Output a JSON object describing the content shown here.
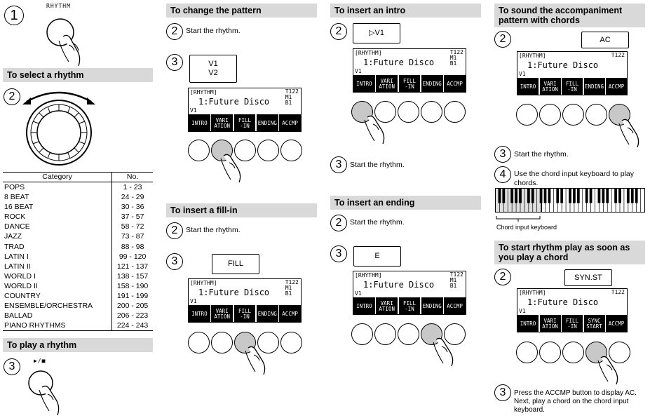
{
  "steps": {
    "s1": "1",
    "s2": "2",
    "s3": "3",
    "s4": "4"
  },
  "left": {
    "rhythm_label": "RHYTHM",
    "select_header": "To select a rhythm",
    "table_headers": [
      "Category",
      "No."
    ],
    "categories": [
      [
        "POPS",
        "1 - 23"
      ],
      [
        "8 BEAT",
        "24 - 29"
      ],
      [
        "16 BEAT",
        "30 - 36"
      ],
      [
        "ROCK",
        "37 - 57"
      ],
      [
        "DANCE",
        "58 - 72"
      ],
      [
        "JAZZ",
        "73 - 87"
      ],
      [
        "TRAD",
        "88 - 98"
      ],
      [
        "LATIN I",
        "99 - 120"
      ],
      [
        "LATIN II",
        "121 - 137"
      ],
      [
        "WORLD I",
        "138 - 157"
      ],
      [
        "WORLD II",
        "158 - 190"
      ],
      [
        "COUNTRY",
        "191 - 199"
      ],
      [
        "ENSEMBLE/ORCHESTRA",
        "200 - 205"
      ],
      [
        "BALLAD",
        "206 - 223"
      ],
      [
        "PIANO RHYTHMS",
        "224 - 243"
      ]
    ],
    "play_header": "To play a rhythm",
    "play_label": "▶/■"
  },
  "lcd": {
    "rhythm": "[RHYTHM]",
    "name": "1:Future Disco",
    "tempo": "T122",
    "measure": "M1",
    "beat": "B1",
    "variation": "V1",
    "buttons": [
      "INTRO",
      "VARI\nATION",
      "FILL\n-IN",
      "ENDING",
      "ACCMP"
    ],
    "buttons_sync": [
      "INTRO",
      "VARI\nATION",
      "FILL\n-IN",
      "SYNC\nSTART",
      "ACCMP"
    ]
  },
  "pattern": {
    "header": "To change the pattern",
    "step2": "Start the rhythm.",
    "callout": [
      "V1",
      "V2"
    ]
  },
  "fillin": {
    "header": "To insert a fill-in",
    "step2": "Start the rhythm.",
    "callout": "FILL"
  },
  "intro": {
    "header": "To insert an intro",
    "callout": "▷V1",
    "step3": "Start the rhythm."
  },
  "ending": {
    "header": "To insert an ending",
    "step2": "Start the rhythm.",
    "callout": "E"
  },
  "accomp": {
    "header": "To sound the accompaniment pattern with chords",
    "callout": "AC",
    "step3": "Start the rhythm.",
    "step4": "Use the chord input keyboard to play chords.",
    "kb_label": "Chord input keyboard"
  },
  "sync": {
    "header": "To start rhythm play as soon as you play a chord",
    "callout": "SYN.ST",
    "step3": "Press the ACCMP button to display AC. Next, play a chord on the chord input keyboard."
  }
}
